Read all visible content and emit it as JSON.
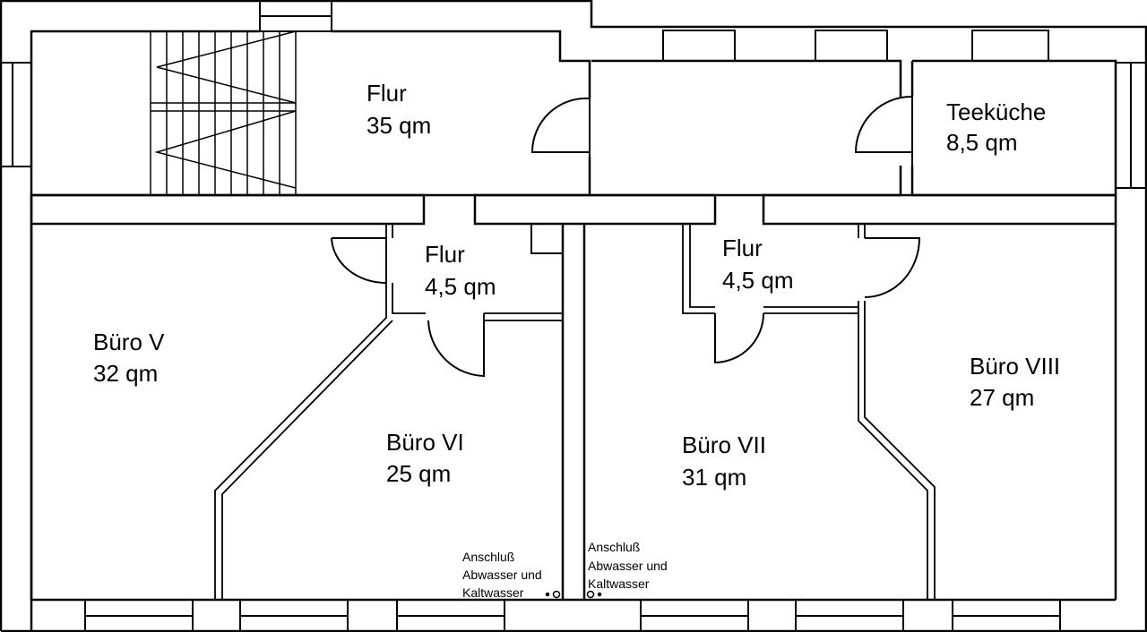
{
  "colors": {
    "wall": "#000000",
    "background": "#ffffff"
  },
  "rooms": {
    "flur_main": {
      "name": "Flur",
      "area": "35 qm"
    },
    "teekueche": {
      "name": "Teeküche",
      "area": "8,5 qm"
    },
    "flur_left": {
      "name": "Flur",
      "area": "4,5 qm"
    },
    "flur_right": {
      "name": "Flur",
      "area": "4,5 qm"
    },
    "buero_v": {
      "name": "Büro V",
      "area": "32 qm"
    },
    "buero_vi": {
      "name": "Büro VI",
      "area": "25 qm"
    },
    "buero_vii": {
      "name": "Büro VII",
      "area": "31 qm"
    },
    "buero_viii": {
      "name": "Büro VIII",
      "area": "27 qm"
    }
  },
  "notes": {
    "left": [
      "Anschluß",
      "Abwasser und",
      "Kaltwasser"
    ],
    "right": [
      "Anschluß",
      "Abwasser und",
      "Kaltwasser"
    ]
  },
  "icons": {
    "stair": "staircase-icon",
    "door": "door-swing-icon",
    "connection": "water-connection-icon"
  }
}
